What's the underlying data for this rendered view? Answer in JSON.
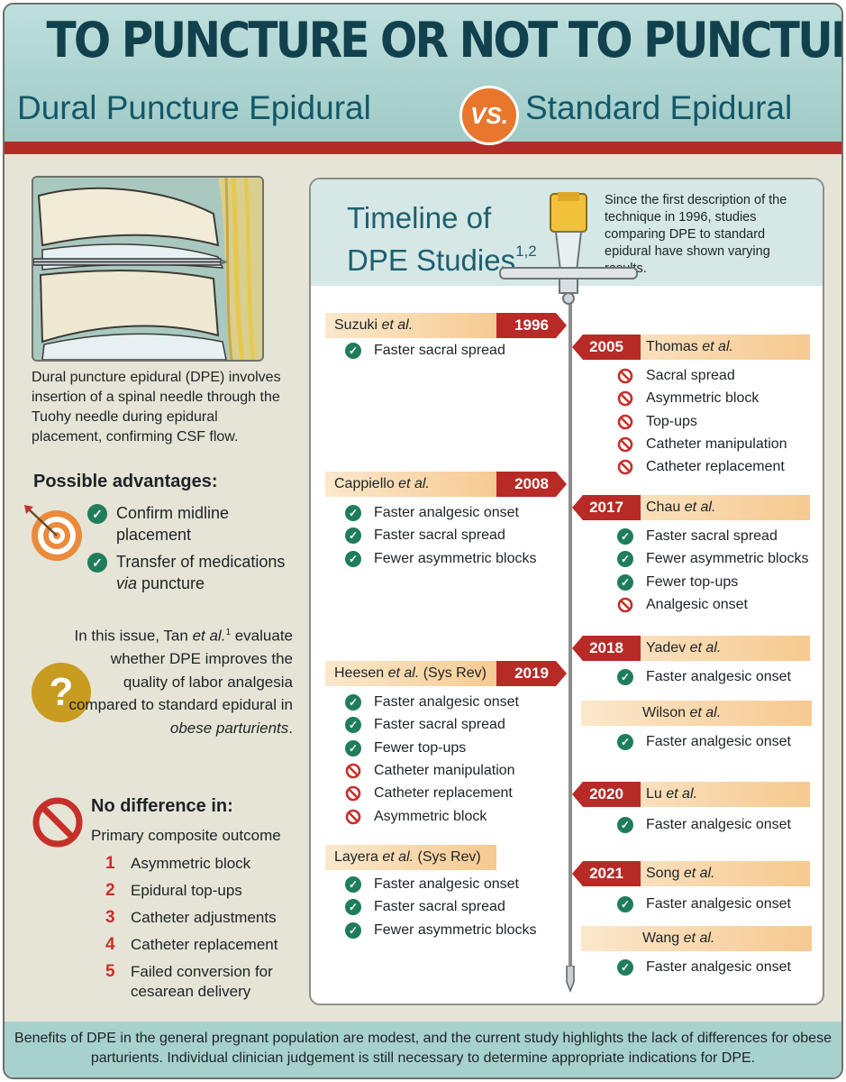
{
  "header": {
    "title": "TO PUNCTURE OR NOT TO PUNCTURE",
    "subtitle_left": "Dural Puncture Epidural",
    "vs": "VS.",
    "subtitle_right": "Standard Epidural"
  },
  "left": {
    "description": "Dural puncture epidural (DPE) involves insertion of a spinal needle through the Tuohy needle during epidural placement, confirming CSF flow.",
    "advantages_title": "Possible advantages:",
    "advantages": [
      {
        "line1": "Confirm midline",
        "line2": "placement"
      },
      {
        "line1": "Transfer of medications",
        "line2_italic": "via",
        "line2": " puncture"
      }
    ],
    "issue": {
      "p1": "In this issue, Tan ",
      "etal": "et al.",
      "sup": "1",
      "p2": " evaluate whether DPE improves the quality of labor analgesia compared to standard epidural in ",
      "italic": "obese parturients",
      "p3": "."
    },
    "question_mark": "?",
    "no_difference_title": "No difference in:",
    "primary_outcome": "Primary composite outcome",
    "outcomes": [
      {
        "n": "1",
        "text": "Asymmetric block"
      },
      {
        "n": "2",
        "text": "Epidural top-ups"
      },
      {
        "n": "3",
        "text": "Catheter adjustments"
      },
      {
        "n": "4",
        "text": "Catheter replacement"
      },
      {
        "n": "5",
        "text": "Failed conversion for cesarean delivery"
      }
    ]
  },
  "timeline": {
    "title_line1": "Timeline of",
    "title_line2": "DPE Studies",
    "title_sup": "1,2",
    "description": "Since the first description of the technique in 1996, studies comparing DPE to standard epidural have shown varying results.",
    "studies": [
      {
        "author": "Suzuki ",
        "etal": "et al.",
        "extra": "",
        "year": "1996",
        "findings": [
          {
            "type": "check",
            "text": "Faster sacral spread"
          }
        ]
      },
      {
        "author": "Thomas ",
        "etal": "et al.",
        "extra": "",
        "year": "2005",
        "findings": [
          {
            "type": "no",
            "text": "Sacral spread"
          },
          {
            "type": "no",
            "text": "Asymmetric block"
          },
          {
            "type": "no",
            "text": "Top-ups"
          },
          {
            "type": "no",
            "text": "Catheter manipulation"
          },
          {
            "type": "no",
            "text": "Catheter replacement"
          }
        ]
      },
      {
        "author": "Cappiello ",
        "etal": "et al.",
        "extra": "",
        "year": "2008",
        "findings": [
          {
            "type": "check",
            "text": "Faster analgesic onset"
          },
          {
            "type": "check",
            "text": "Faster sacral spread"
          },
          {
            "type": "check",
            "text": "Fewer asymmetric blocks"
          }
        ]
      },
      {
        "author": "Chau ",
        "etal": "et al.",
        "extra": "",
        "year": "2017",
        "findings": [
          {
            "type": "check",
            "text": "Faster sacral spread"
          },
          {
            "type": "check",
            "text": "Fewer asymmetric blocks"
          },
          {
            "type": "check",
            "text": "Fewer top-ups"
          },
          {
            "type": "no",
            "text": "Analgesic onset"
          }
        ]
      },
      {
        "author": "Yadev ",
        "etal": "et al.",
        "extra": "",
        "year": "2018",
        "findings": [
          {
            "type": "check",
            "text": "Faster analgesic onset"
          }
        ]
      },
      {
        "author": "Wilson ",
        "etal": "et al.",
        "extra": "",
        "year": "",
        "findings": [
          {
            "type": "check",
            "text": "Faster analgesic onset"
          }
        ]
      },
      {
        "author": "Heesen ",
        "etal": "et al.",
        "extra": " (Sys Rev)",
        "year": "2019",
        "findings": [
          {
            "type": "check",
            "text": "Faster analgesic onset"
          },
          {
            "type": "check",
            "text": "Faster sacral spread"
          },
          {
            "type": "check",
            "text": "Fewer top-ups"
          },
          {
            "type": "no",
            "text": "Catheter manipulation"
          },
          {
            "type": "no",
            "text": "Catheter replacement"
          },
          {
            "type": "no",
            "text": "Asymmetric block"
          }
        ]
      },
      {
        "author": "Lu ",
        "etal": "et al.",
        "extra": "",
        "year": "2020",
        "findings": [
          {
            "type": "check",
            "text": "Faster analgesic onset"
          }
        ]
      },
      {
        "author": "Layera ",
        "etal": "et al.",
        "extra": " (Sys Rev)",
        "year": "",
        "findings": [
          {
            "type": "check",
            "text": "Faster analgesic onset"
          },
          {
            "type": "check",
            "text": "Faster sacral spread"
          },
          {
            "type": "check",
            "text": "Fewer asymmetric blocks"
          }
        ]
      },
      {
        "author": "Song ",
        "etal": "et al.",
        "extra": "",
        "year": "2021",
        "findings": [
          {
            "type": "check",
            "text": "Faster analgesic onset"
          }
        ]
      },
      {
        "author": "Wang ",
        "etal": "et al.",
        "extra": "",
        "year": "",
        "findings": [
          {
            "type": "check",
            "text": "Faster analgesic onset"
          }
        ]
      }
    ]
  },
  "footer": {
    "text": "Benefits of DPE in the general pregnant population are modest, and the current study highlights the lack of differences for obese parturients. Individual clinician judgement is still necessary to determine appropriate indications for DPE."
  },
  "colors": {
    "header_teal": "#a7d1cc",
    "title_navy": "#12414e",
    "accent_red": "#b72a26",
    "vs_orange": "#e8762c",
    "check_green": "#1f7d5a",
    "background": "#e6e4d6"
  }
}
